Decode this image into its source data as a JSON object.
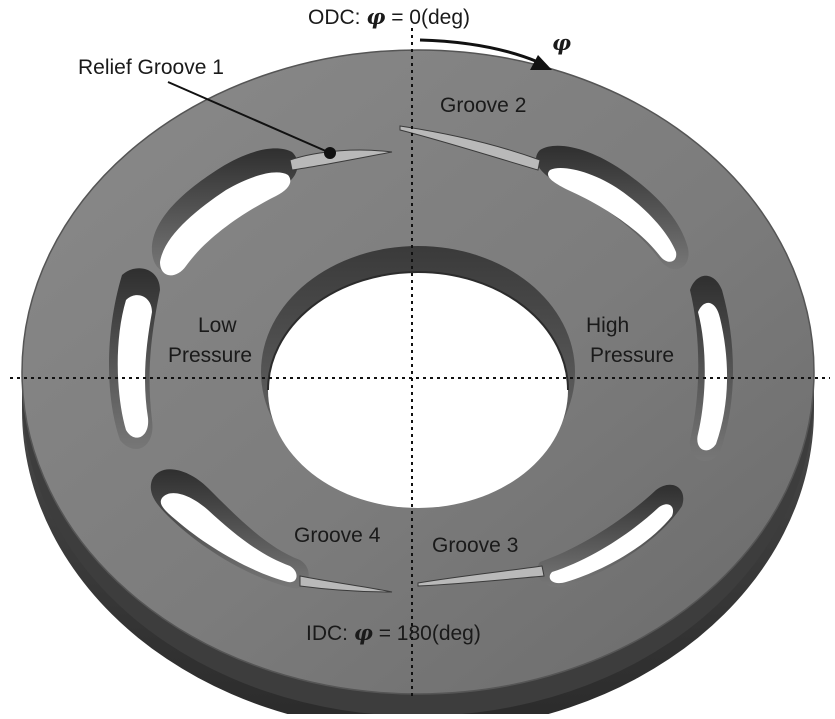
{
  "labels": {
    "odc_prefix": "ODC: ",
    "odc_symbol": "φ",
    "odc_suffix": " = 0(deg)",
    "idc_prefix": "IDC: ",
    "idc_symbol": "φ",
    "idc_suffix": " = 180(deg)",
    "phi": "φ",
    "relief_groove_1": "Relief Groove 1",
    "groove_2": "Groove 2",
    "groove_3": "Groove 3",
    "groove_4": "Groove 4",
    "low": "Low",
    "low_pressure": "Pressure",
    "high": "High",
    "high_pressure": "Pressure"
  }
}
